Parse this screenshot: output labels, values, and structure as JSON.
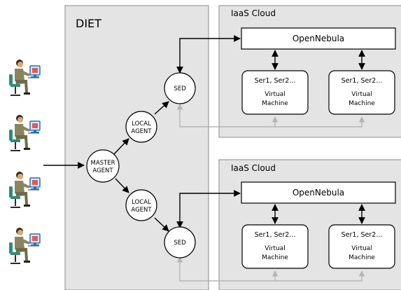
{
  "diet": {
    "title": "DIET"
  },
  "agents": {
    "master": [
      "MASTER",
      "AGENT"
    ],
    "local_top": [
      "LOCAL",
      "AGENT"
    ],
    "local_bottom": [
      "LOCAL",
      "AGENT"
    ],
    "sed_top": "SED",
    "sed_bottom": "SED"
  },
  "clouds": [
    {
      "label": "IaaS Cloud",
      "controller": "OpenNebula",
      "vms": [
        {
          "services": "Ser1, Ser2...",
          "line1": "Virtual",
          "line2": "Machine"
        },
        {
          "services": "Ser1, Ser2...",
          "line1": "Virtual",
          "line2": "Machine"
        }
      ]
    },
    {
      "label": "IaaS Cloud",
      "controller": "OpenNebula",
      "vms": [
        {
          "services": "Ser1, Ser2...",
          "line1": "Virtual",
          "line2": "Machine"
        },
        {
          "services": "Ser1, Ser2...",
          "line1": "Virtual",
          "line2": "Machine"
        }
      ]
    }
  ],
  "users": {
    "count": 4,
    "icon": "user-at-computer-icon"
  }
}
